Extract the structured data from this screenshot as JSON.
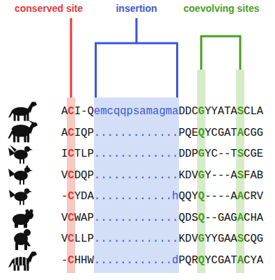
{
  "diagram": {
    "labels": [
      "conserved site",
      "insertion",
      "coevolving sites",
      "ACI-QemcqqpsamagmaDDCGYYATASCLA",
      "ACIQP.............PQEQYCGATACGG",
      "ICTLP.............DDPGYC--TSCGE",
      "VCDQP.............KDVGY---ASFAB",
      "-CYDA............hQQYQ----AACRV",
      "VCWAP.............QDSQ--GAGACHA",
      "VCLLP.............KDVGYYGAASCQG",
      "-CHHW............dPQRQYCGATACYA"
    ]
  }
}
